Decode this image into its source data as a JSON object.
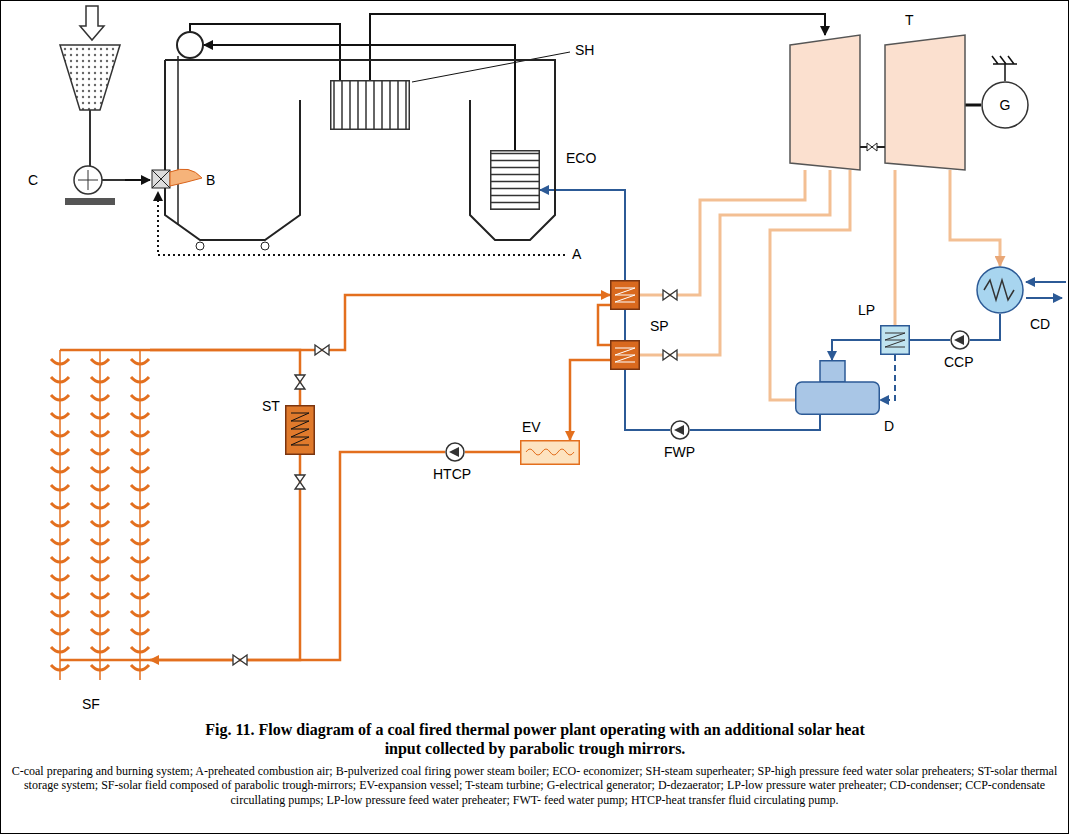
{
  "diagram": {
    "caption": "Fig. 11. Flow diagram of a coal fired thermal power plant operating with an additional solar heat input collected by parabolic trough mirrors.",
    "nodes": [
      {
        "text": [
          "C"
        ]
      },
      {
        "text": [
          "B"
        ]
      },
      {
        "text": [
          "SH"
        ],
        "in": 1
      },
      {
        "text": [
          "ECO"
        ],
        "in": 1
      },
      {
        "text": [
          "T"
        ]
      },
      {
        "text": [
          "G"
        ]
      },
      {
        "text": [
          "SP"
        ]
      },
      {
        "text": [
          "ST"
        ]
      },
      {
        "text": [
          "SF"
        ]
      },
      {
        "text": [
          "EV"
        ]
      },
      {
        "text": [
          "HTCP"
        ]
      },
      {
        "text": [
          "FWP"
        ]
      },
      {
        "text": [
          "D"
        ]
      },
      {
        "text": [
          "LP"
        ]
      },
      {
        "text": [
          "CCP"
        ]
      },
      {
        "text": [
          "CD"
        ]
      }
    ],
    "edges": [
      {
        "from": 0,
        "to": 1,
        "arrow": "to"
      },
      {
        "from": 2,
        "to": 4,
        "arrow": "to"
      },
      {
        "from": 4,
        "to": 5,
        "arrow": "none"
      },
      {
        "from": 4,
        "to": 6,
        "arrow": "none"
      },
      {
        "from": 4,
        "to": 6,
        "arrow": "none"
      },
      {
        "from": 4,
        "to": 12,
        "arrow": "none"
      },
      {
        "from": 4,
        "to": 13,
        "arrow": "none"
      },
      {
        "from": 4,
        "to": 15,
        "arrow": "to"
      },
      {
        "from": 15,
        "to": 14,
        "arrow": "none"
      },
      {
        "from": 14,
        "to": 13,
        "arrow": "none"
      },
      {
        "from": 13,
        "to": 12,
        "arrow": "to"
      },
      {
        "from": 13,
        "to": 12,
        "arrow": "to"
      },
      {
        "from": 12,
        "to": 11,
        "arrow": "none"
      },
      {
        "from": 11,
        "to": 6,
        "arrow": "none"
      },
      {
        "from": 6,
        "to": 3,
        "arrow": "to"
      },
      {
        "from": 8,
        "to": 6,
        "arrow": "to"
      },
      {
        "from": 8,
        "to": 7,
        "arrow": "none"
      },
      {
        "from": 7,
        "to": 8,
        "arrow": "none"
      },
      {
        "from": 6,
        "to": 9,
        "arrow": "to"
      },
      {
        "from": 9,
        "to": 10,
        "arrow": "none"
      },
      {
        "from": 10,
        "to": 8,
        "arrow": "to"
      }
    ],
    "labels": [
      "A",
      "C-coal preparing and burning system; A-preheated combustion air; B-pulverized coal firing power steam boiler; ECO- economizer; SH-steam superheater; SP-high pressure feed water solar preheaters; ST-solar thermal storage system; SF-solar field composed of parabolic trough-mirrors; EV-expansion vessel; T-steam turbine; G-electrical generator; D-dezaerator; LP-low pressure water preheater; CD-condenser; CCP-condensate circullating pumps; LP-low pressure feed water preheater; FWT- feed water pump; HTCP-heat transfer fluid circulating pump."
    ]
  }
}
